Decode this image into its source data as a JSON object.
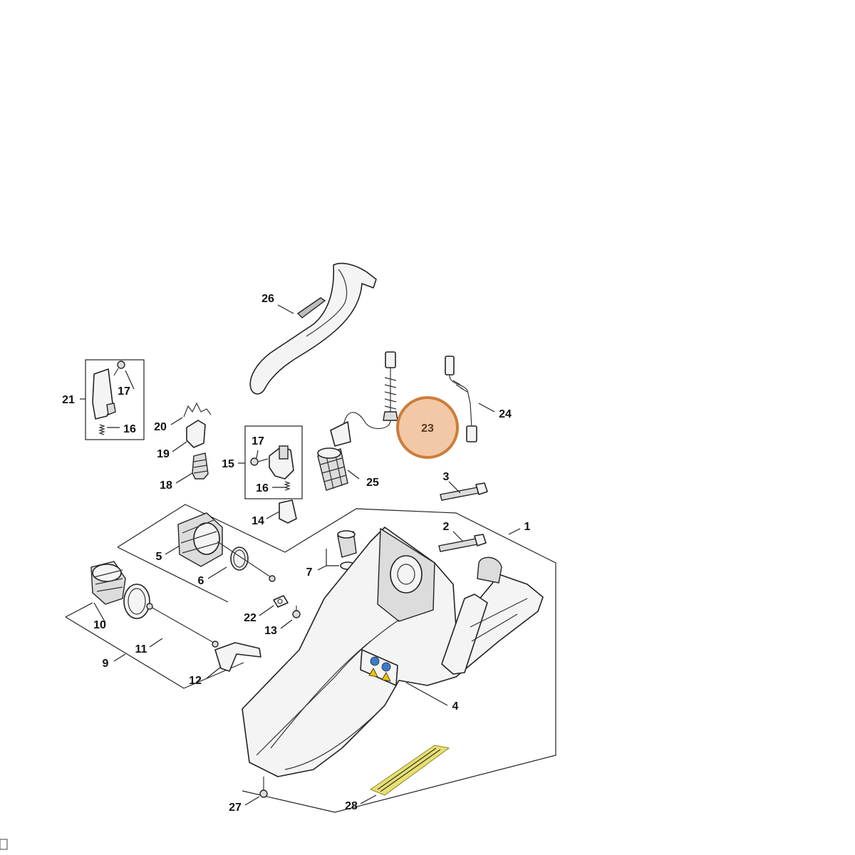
{
  "highlight_color": "#cd7c3a",
  "callouts": [
    {
      "id": "c1",
      "label": "1"
    },
    {
      "id": "c2",
      "label": "2"
    },
    {
      "id": "c3",
      "label": "3"
    },
    {
      "id": "c4",
      "label": "4"
    },
    {
      "id": "c5",
      "label": "5"
    },
    {
      "id": "c6",
      "label": "6"
    },
    {
      "id": "c7",
      "label": "7"
    },
    {
      "id": "c9",
      "label": "9"
    },
    {
      "id": "c10",
      "label": "10"
    },
    {
      "id": "c11",
      "label": "11"
    },
    {
      "id": "c12",
      "label": "12"
    },
    {
      "id": "c13",
      "label": "13"
    },
    {
      "id": "c14",
      "label": "14"
    },
    {
      "id": "c15",
      "label": "15"
    },
    {
      "id": "c16a",
      "label": "16"
    },
    {
      "id": "c16b",
      "label": "16"
    },
    {
      "id": "c17a",
      "label": "17"
    },
    {
      "id": "c17b",
      "label": "17"
    },
    {
      "id": "c18",
      "label": "18"
    },
    {
      "id": "c19",
      "label": "19"
    },
    {
      "id": "c20",
      "label": "20"
    },
    {
      "id": "c21",
      "label": "21"
    },
    {
      "id": "c22",
      "label": "22"
    },
    {
      "id": "c23",
      "label": "23",
      "highlighted": true
    },
    {
      "id": "c24",
      "label": "24"
    },
    {
      "id": "c25",
      "label": "25"
    },
    {
      "id": "c26",
      "label": "26"
    },
    {
      "id": "c27",
      "label": "27"
    },
    {
      "id": "c28",
      "label": "28"
    }
  ]
}
